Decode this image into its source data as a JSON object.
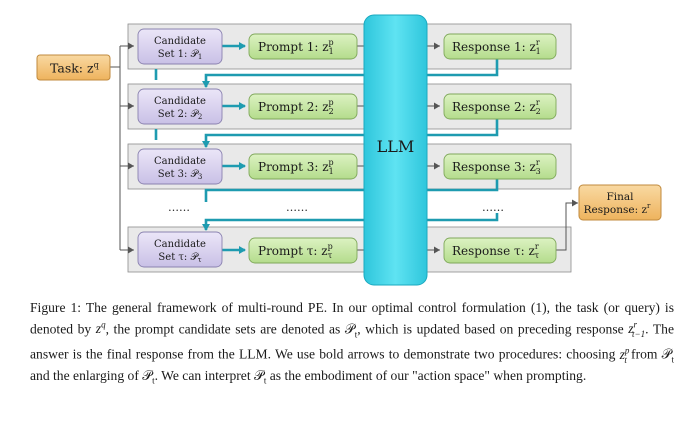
{
  "task_label": "Task: z",
  "task_sup": "q",
  "llm_label": "LLM",
  "final_line1": "Final",
  "final_line2": "Response: z",
  "final_sup": "r",
  "dots": "……",
  "rows": [
    {
      "cand_line1": "Candidate",
      "cand_line2": "Set 1: 𝒫",
      "cand_sub": "1",
      "prompt": "Prompt 1: z",
      "prompt_sup": "p",
      "prompt_sub": "1",
      "response": "Response 1: z",
      "response_sup": "r",
      "response_sub": "1"
    },
    {
      "cand_line1": "Candidate",
      "cand_line2": "Set 2: 𝒫",
      "cand_sub": "2",
      "prompt": "Prompt 2: z",
      "prompt_sup": "p",
      "prompt_sub": "2",
      "response": "Response 2: z",
      "response_sup": "r",
      "response_sub": "2"
    },
    {
      "cand_line1": "Candidate",
      "cand_line2": "Set 3: 𝒫",
      "cand_sub": "3",
      "prompt": "Prompt 3: z",
      "prompt_sup": "p",
      "prompt_sub": "1",
      "response": "Response 3: z",
      "response_sup": "r",
      "response_sub": "3"
    },
    {
      "cand_line1": "Candidate",
      "cand_line2": "Set τ: 𝒫",
      "cand_sub": "τ",
      "prompt": "Prompt τ: z",
      "prompt_sup": "p",
      "prompt_sub": "τ",
      "response": "Response τ: z",
      "response_sup": "r",
      "response_sub": "τ"
    }
  ],
  "caption": {
    "p1": "Figure 1:  The general framework of multi-round PE. In our optimal control formulation (1), the task (or query) is denoted by ",
    "zq_base": "z",
    "zq_sup": "q",
    "p2": ", the prompt candidate sets are denoted as ",
    "pt_base": "𝒫",
    "pt_sub": "t",
    "p3": ", which is updated based on preceding response ",
    "zr_base": "z",
    "zr_sup": "r",
    "zr_sub": "t−1",
    "p4": ". The answer is the final response from the LLM. We use bold arrows to demonstrate two procedures: choosing ",
    "ztp_base": "z",
    "ztp_sup": "p",
    "ztp_sub": "t",
    "p5": " from ",
    "pt2_base": "𝒫",
    "pt2_sub": "t",
    "p6": " and the enlarging of ",
    "pt3_base": "𝒫",
    "pt3_sub": "t",
    "p7": ". We can interpret ",
    "pt4_base": "𝒫",
    "pt4_sub": "t",
    "p8": " as the embodiment of our \"action space\" when prompting."
  },
  "colors": {
    "teal_arrow": "#1e9bb0",
    "llm_fill": "#3fd6ea",
    "task_fill": "#f3c37a",
    "final_fill": "#f6cf92",
    "candidate_fill": "#d9d3ee",
    "prompt_fill": "#c9e7a8",
    "response_fill": "#c9e7a8",
    "row_band": "#e9e9e9"
  }
}
